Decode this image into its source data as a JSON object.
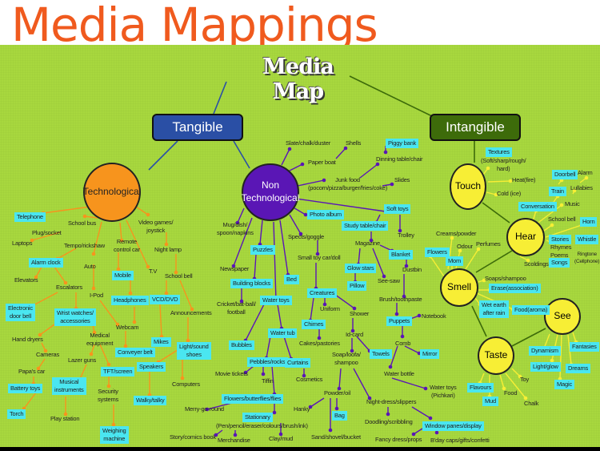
{
  "slide_title": "Media Mappings",
  "map_title": "Media Map",
  "tangible": "Tangible",
  "intangible": "Intangible",
  "hubs": {
    "technological": "Technological",
    "non_1": "Non",
    "non_2": "Technological",
    "touch": "Touch",
    "hear": "Hear",
    "smell": "Smell",
    "see": "See",
    "taste": "Taste"
  },
  "colors": {
    "technological": "#f7941d",
    "non_technological": "#5a16b5",
    "senses": "#f7ee35",
    "tangible": "#2a4fa5",
    "intangible": "#3d6b0a",
    "highlight": "#4ae6f0"
  },
  "tech": [
    "Telephone",
    "School bus",
    "Plug/socket",
    "Laptops",
    "Tempo/rickshaw",
    "Alarm clock",
    "Auto",
    "Elevators",
    "Escalators",
    "I-Pod",
    "Electronic\ndoor bell",
    "Wrist watches/\naccessories",
    "Webcam",
    "Hand dryers",
    "Medical\nequipment",
    "Cameras",
    "Lazer guns",
    "Papa's car",
    "TFT/screen",
    "Battery toys",
    "Musical\ninstruments",
    "Security\nsystems",
    "Torch",
    "Play station",
    "Weighing\nmachine",
    "Remote\ncontrol car",
    "Mobile",
    "Headphones",
    "T.V",
    "Video games/\njoystick",
    "Night lamp",
    "School bell",
    "VCD/DVD",
    "Announcements",
    "Mikes",
    "Conveyer belt",
    "Light/sound\nshoes",
    "Speakers",
    "Computers",
    "Walky/talky"
  ],
  "nontech": [
    "Slate/chalk/duster",
    "Shells",
    "Paper boat",
    "Piggy bank",
    "Dinning table/chair",
    "Junk food\n(pocorn/pizza/burger/fries/coke)",
    "Slides",
    "Soft toys",
    "Photo album",
    "Mug/dish/\nspoon/napkins",
    "Study table/chair",
    "Trolley",
    "Spects/goggle",
    "Magazine",
    "Puzzles",
    "Blanket",
    "Small toy car/doll",
    "Glow stars",
    "Newspaper",
    "Dustbin",
    "Building blocks",
    "Bed",
    "Pillow",
    "See-saw",
    "Creatures",
    "Water toys",
    "Brush/toothpaste",
    "Uniform",
    "Cricket/bat-ball/\nfootball",
    "Shower",
    "Chimes",
    "Puppets",
    "Notebook",
    "Water tub",
    "Id-card",
    "Comb",
    "Bubbles",
    "Cakes/pastories",
    "Towels",
    "Mirror",
    "Soap/loofa/\nshampoo",
    "Pebbles/rocks",
    "Curtains",
    "Movie tickets",
    "Tiffin",
    "Cosmetics",
    "Water bottle",
    "Water toys\n(Pichkari)",
    "Powder/oil",
    "Night-dress/slippers",
    "Flowers/butterflies/flies",
    "Hanky",
    "Merry-go-round",
    "Bag",
    "Doodling/scribbling",
    "Window panes/display",
    "Stationary",
    "(Pen/pencil/eraser/colours/brush/ink)",
    "Story/comics book",
    "Merchandise",
    "Clay/mud",
    "Sand/shovel/bucket",
    "Fancy dress/props",
    "B'day caps/gifts/confetti"
  ],
  "senses": [
    "Textures",
    "(Soft/sharp/rough/\nhard)",
    "Heat(fire)",
    "Cold (ice)",
    "Doorbell",
    "Alarm",
    "Train",
    "Lullabies",
    "Conversation",
    "Music",
    "School bell",
    "Horn",
    "Stories",
    "Rhymes",
    "Poems",
    "Songs",
    "Whistle",
    "Ringtone\n(Cellphone)",
    "Scoldings",
    "Creams/powder",
    "Odour",
    "Perfumes",
    "Flowers",
    "Mom",
    "Soaps/shampoo",
    "Erase(association)",
    "Wet earth\nafter rain",
    "Food(aroma)",
    "Dynamism",
    "Fantasies",
    "Light/glow",
    "Dreams",
    "Magic",
    "Flavours",
    "Toy",
    "Food",
    "Mud",
    "Chalk"
  ]
}
